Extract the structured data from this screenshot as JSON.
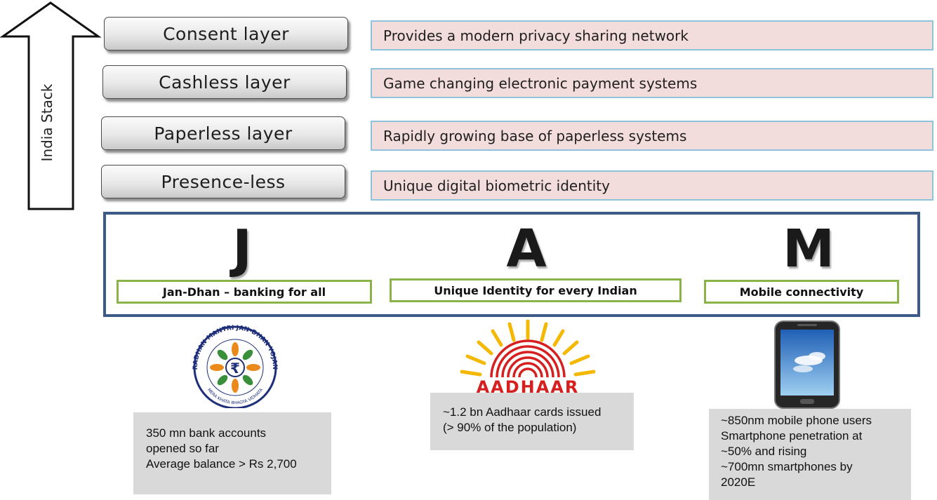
{
  "stack": {
    "arrow_label": "India Stack",
    "layers": [
      {
        "name": "Consent layer",
        "description": "Provides a modern privacy sharing network"
      },
      {
        "name": "Cashless layer",
        "description": "Game changing electronic payment systems"
      },
      {
        "name": "Paperless layer",
        "description": "Rapidly growing base of paperless systems"
      },
      {
        "name": "Presence-less",
        "description": "Unique digital biometric identity"
      }
    ]
  },
  "jam": {
    "pillars": [
      {
        "letter": "J",
        "label": "Jan-Dhan – banking for all"
      },
      {
        "letter": "A",
        "label": "Unique Identity for every Indian"
      },
      {
        "letter": "M",
        "label": "Mobile connectivity"
      }
    ]
  },
  "logos": {
    "pmjdy": {
      "arc_text": "PRADHAN MANTRI JAN-DHAN YOJANA",
      "bottom_text": "MERA KHATA BHAGYA VIDHATA",
      "symbol": "₹"
    },
    "aadhaar": {
      "text": "AADHAAR"
    }
  },
  "stats": {
    "jan_dhan": [
      "350 mn bank accounts",
      "opened so far",
      "Average balance > Rs 2,700"
    ],
    "aadhaar": [
      "~1.2 bn Aadhaar cards issued",
      "(> 90% of the population)"
    ],
    "mobile": [
      "~850nm mobile phone users",
      "Smartphone penetration at",
      "~50% and rising",
      "~700mn smartphones by",
      "2020E"
    ]
  },
  "colors": {
    "frame": "#3b5a88",
    "label_border": "#8ab34a",
    "desc_fill": "#f3dcdc",
    "desc_border": "#8fc3da",
    "stat_fill": "#d9d9d9"
  }
}
